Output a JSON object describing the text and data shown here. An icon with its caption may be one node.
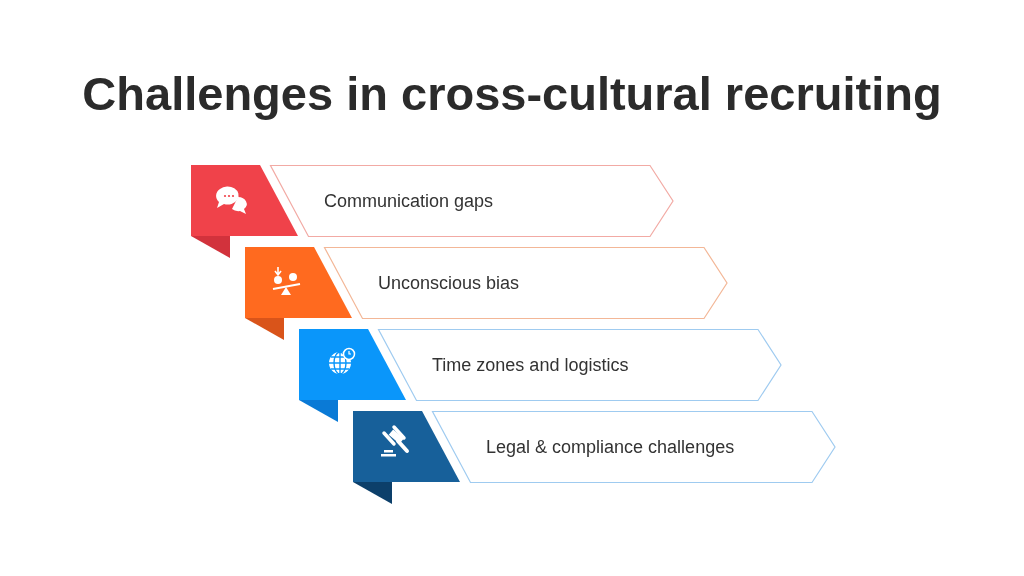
{
  "diagram": {
    "title": "Challenges in cross-cultural recruiting",
    "nodes": [
      {
        "text": [
          "Communication gaps"
        ]
      },
      {
        "text": [
          "Unconscious bias"
        ]
      },
      {
        "text": [
          "Time zones and logistics"
        ]
      },
      {
        "text": [
          "Legal & compliance challenges"
        ]
      }
    ]
  }
}
